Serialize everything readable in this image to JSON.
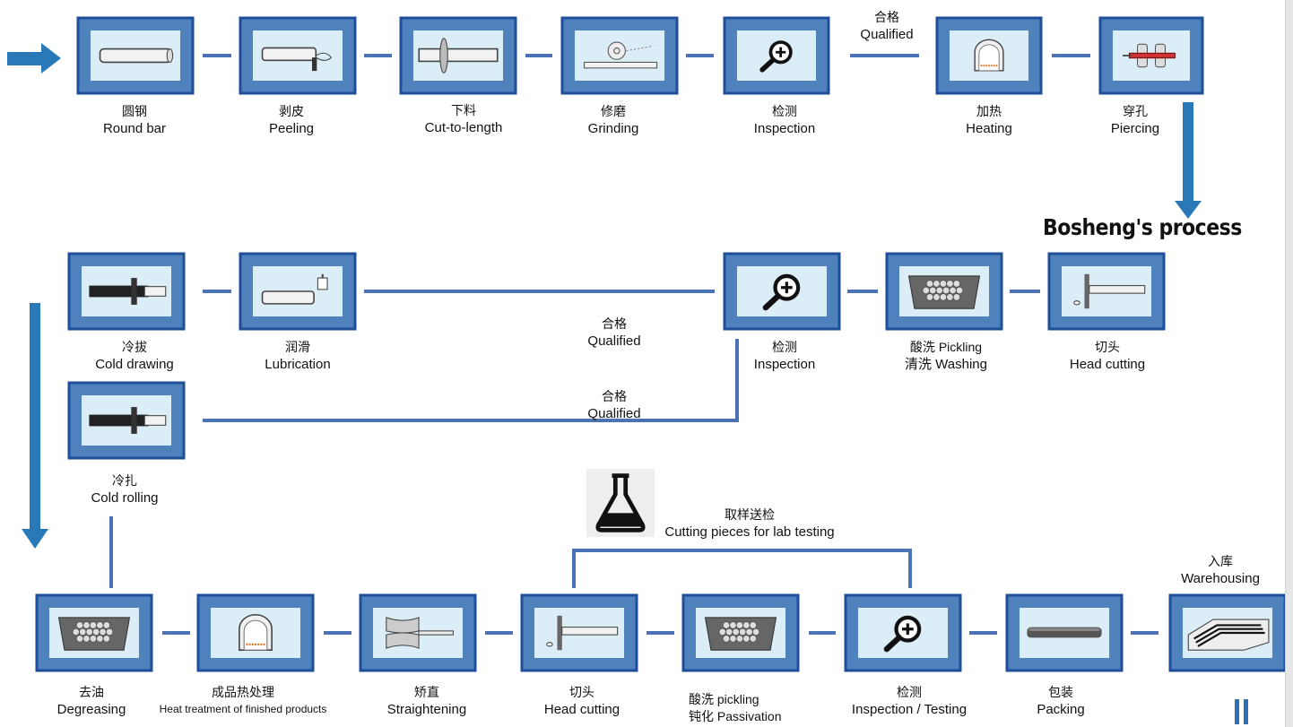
{
  "title": "Bosheng's process",
  "row1": [
    {
      "zh": "圆钢",
      "en": "Round bar",
      "icon": "round-bar"
    },
    {
      "zh": "剥皮",
      "en": "Peeling",
      "icon": "peeling"
    },
    {
      "zh": "下料",
      "en": "Cut-to-length",
      "icon": "cut"
    },
    {
      "zh": "修磨",
      "en": "Grinding",
      "icon": "grinding"
    },
    {
      "zh": "检测",
      "en": "Inspection",
      "icon": "magnifier"
    },
    {
      "zh": "加热",
      "en": "Heating",
      "icon": "furnace"
    },
    {
      "zh": "穿孔",
      "en": "Piercing",
      "icon": "piercing"
    }
  ],
  "row2": [
    {
      "zh": "冷拔",
      "en": "Cold drawing",
      "icon": "tube"
    },
    {
      "zh": "润滑",
      "en": "Lubrication",
      "icon": "lubrication"
    },
    {
      "zh": "检测",
      "en": "Inspection",
      "icon": "magnifier"
    },
    {
      "zh": "酸洗 Pickling",
      "en": "清洗 Washing",
      "icon": "basket"
    },
    {
      "zh": "切头",
      "en": "Head cutting",
      "icon": "head-cut"
    }
  ],
  "row3": [
    {
      "zh": "冷扎",
      "en": "Cold rolling",
      "icon": "tube"
    }
  ],
  "row4": [
    {
      "zh": "去油",
      "en": "Degreasing",
      "icon": "basket"
    },
    {
      "zh": "成品热处理",
      "en": "Heat treatment of finished products",
      "icon": "furnace"
    },
    {
      "zh": "矫直",
      "en": "Straightening",
      "icon": "rollers"
    },
    {
      "zh": "切头",
      "en": "Head cutting",
      "icon": "head-cut"
    },
    {
      "zh": "酸洗 pickling",
      "en": "钝化 Passivation",
      "icon": "basket"
    },
    {
      "zh": "检测",
      "en": "Inspection  / Testing",
      "icon": "magnifier"
    },
    {
      "zh": "包装",
      "en": "Packing",
      "icon": "pipe"
    },
    {
      "zh": "入库",
      "en": "Warehousing",
      "icon": "rack"
    }
  ],
  "connectors": {
    "qualified_zh": "合格",
    "qualified_en": "Qualified",
    "lab_zh": "取样送检",
    "lab_en": "Cutting pieces for lab testing"
  },
  "colors": {
    "box_border": "#1f4e9a",
    "box_fill": "#4f81bd",
    "inner_fill": "#dbeef8",
    "line": "#4a72b4",
    "arrow": "#2979b8"
  }
}
